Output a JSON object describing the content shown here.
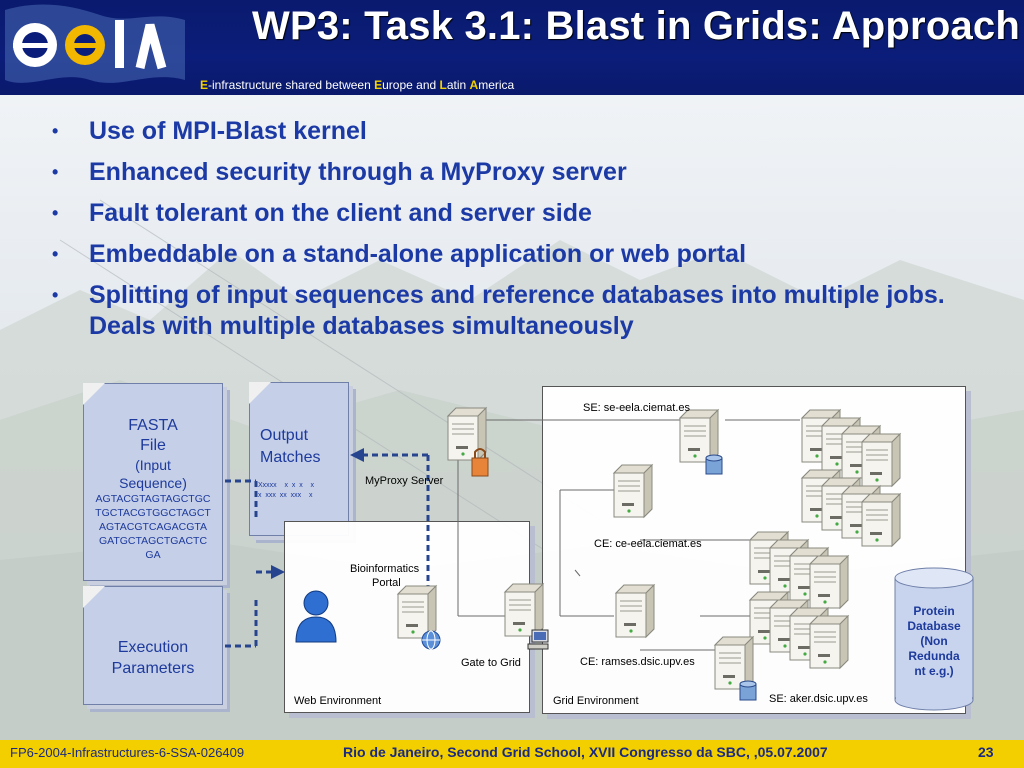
{
  "header": {
    "title": "WP3: Task 3.1: Blast in Grids: Approach",
    "subtitle_parts": [
      {
        "text": "E",
        "highlight": true
      },
      {
        "text": "-infrastructure shared between ",
        "highlight": false
      },
      {
        "text": "E",
        "highlight": true
      },
      {
        "text": "urope and ",
        "highlight": false
      },
      {
        "text": "L",
        "highlight": true
      },
      {
        "text": "atin ",
        "highlight": false
      },
      {
        "text": "A",
        "highlight": true
      },
      {
        "text": "merica",
        "highlight": false
      }
    ]
  },
  "bullets": [
    "Use of MPI-Blast kernel",
    "Enhanced security through a MyProxy server",
    "Fault tolerant on the client and server side",
    "Embeddable on a stand-alone application or web portal",
    "Splitting of input sequences and reference databases into multiple jobs. Deals with multiple databases simultaneously"
  ],
  "diagram": {
    "fasta": {
      "title1": "FASTA",
      "title2": "File",
      "sub1": "(Input",
      "sub2": "Sequence)",
      "seq": [
        "AGTACGTAGTAGCTGC",
        "TGCTACGTGGCTAGCT",
        "AGTACGTCAGACGTA",
        "GATGCTAGCTGACTC",
        "GA"
      ]
    },
    "output": {
      "line1": "Output",
      "line2": "Matches",
      "data1": "Xxxxx    x  x  x    x",
      "data2": "x  xxx  xx  xxx    x"
    },
    "exec": {
      "line1": "Execution",
      "line2": "Parameters"
    },
    "protein": [
      "Protein",
      "Database",
      "(Non",
      "Redunda",
      "nt e.g.)"
    ],
    "labels": {
      "se_ciemat": "SE: se-eela.ciemat.es",
      "myproxy": "MyProxy Server",
      "ce_ciemat": "CE: ce-eela.ciemat.es",
      "bio1": "Bioinformatics",
      "bio2": "Portal",
      "gate": "Gate to Grid",
      "ce_upv": "CE: ramses.dsic.upv.es",
      "se_upv": "SE: aker.dsic.upv.es",
      "web_env": "Web Environment",
      "grid_env": "Grid Environment"
    }
  },
  "footer": {
    "left": "FP6-2004-Infrastructures-6-SSA-026409",
    "center": "Rio de Janeiro, Second Grid School, XVII Congresso da SBC, ,05.07.2007",
    "page": "23"
  },
  "colors": {
    "header_bg": "#0b1d7a",
    "bullet_text": "#1c3aa5",
    "footer_bg": "#f4cf00",
    "highlight": "#f2d100"
  },
  "icons": [
    "eela-logo",
    "server-icon",
    "database-icon",
    "user-icon",
    "globe-icon",
    "computer-icon",
    "lock-icon"
  ]
}
